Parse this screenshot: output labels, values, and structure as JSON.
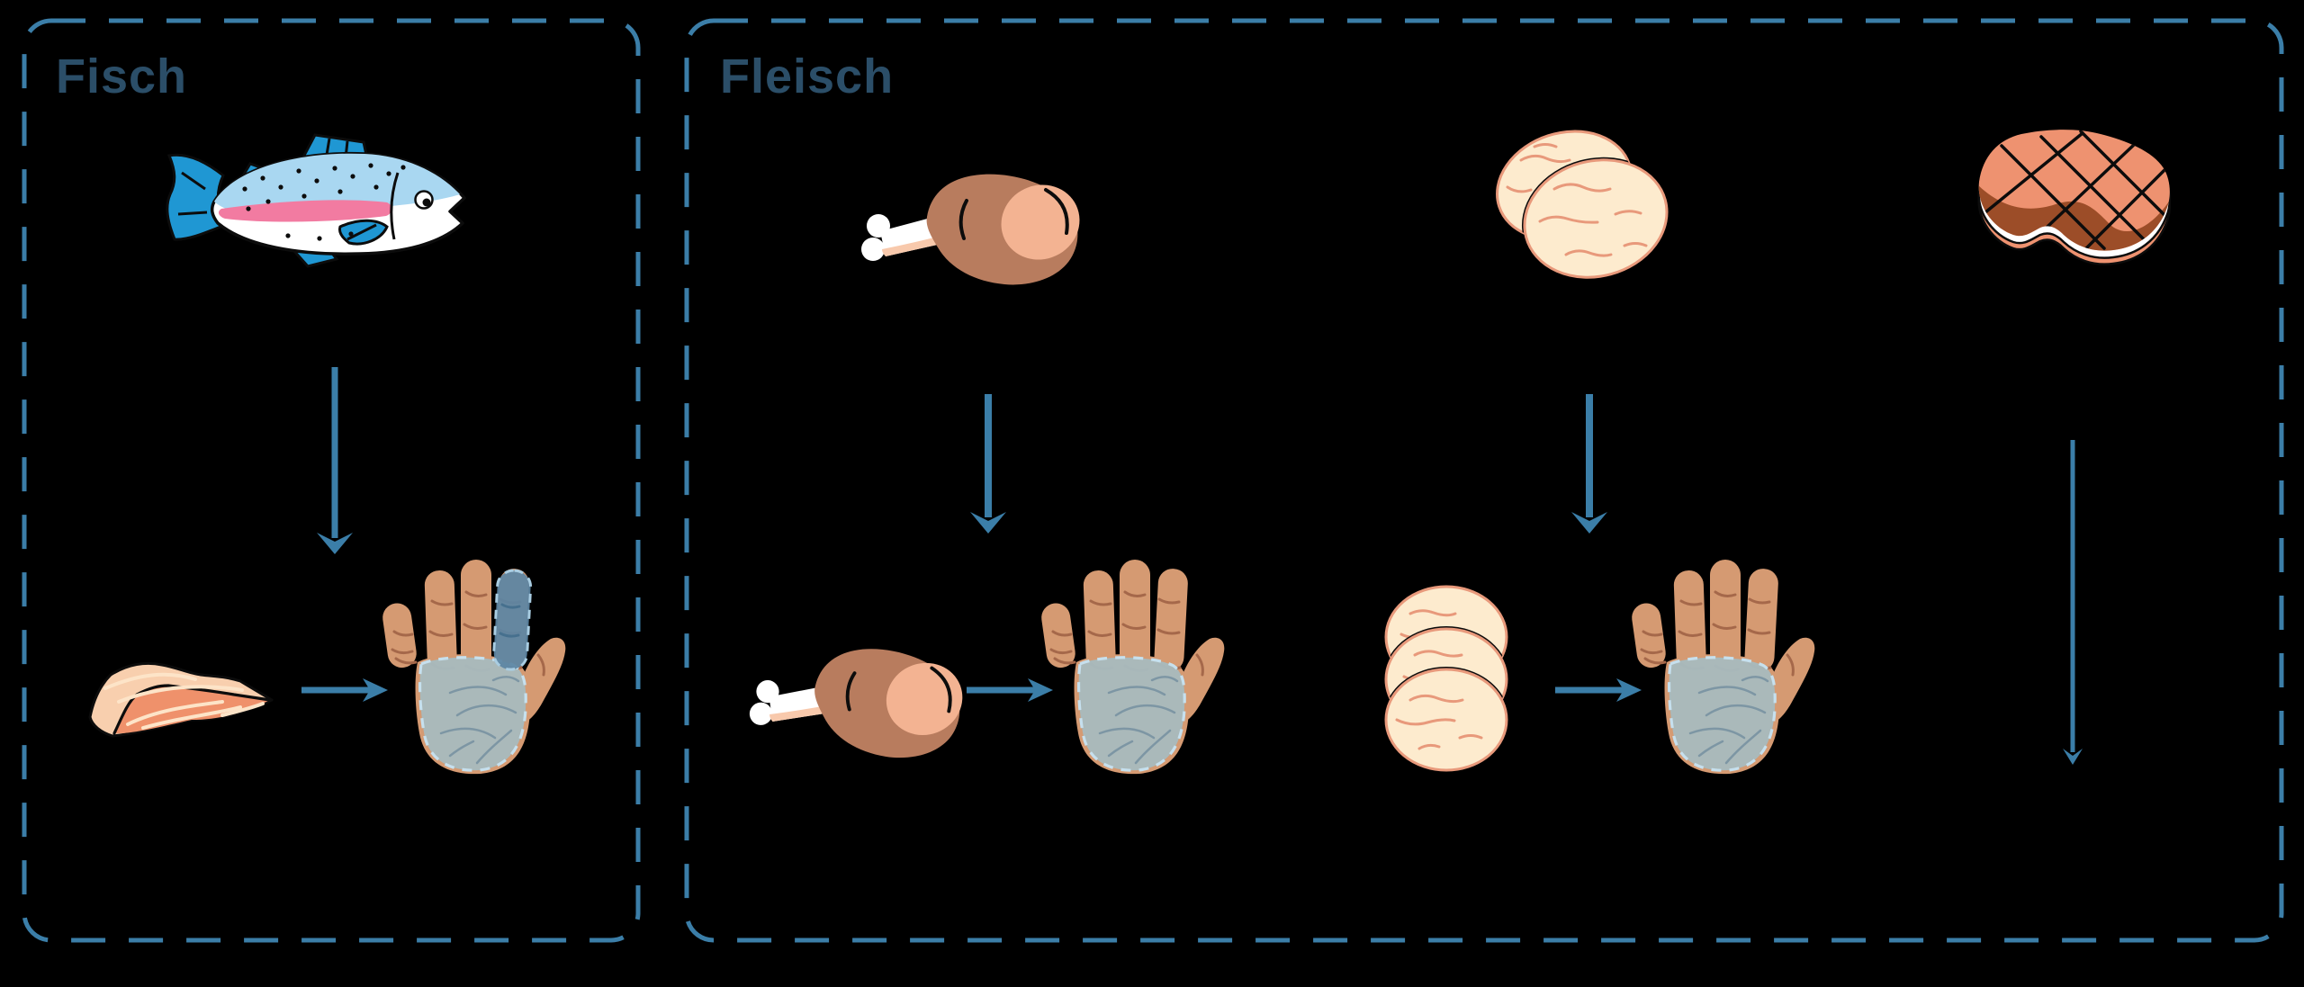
{
  "diagram": {
    "background": "#000000",
    "sections": [
      {
        "id": "fisch",
        "label": "Fisch",
        "icons": [
          "whole-fish-icon",
          "down-arrow",
          "salmon-fillet-icon",
          "right-arrow",
          "hand-palm-and-index-finger-highlight-icon"
        ]
      },
      {
        "id": "fleisch",
        "label": "Fleisch",
        "columns": [
          {
            "icons": [
              "chicken-drumstick-icon",
              "down-arrow",
              "chicken-drumstick-icon",
              "right-arrow",
              "hand-palm-highlight-icon"
            ]
          },
          {
            "icons": [
              "meat-slices-two-icon",
              "down-arrow",
              "meat-slices-stack-icon",
              "right-arrow",
              "hand-palm-highlight-icon"
            ]
          },
          {
            "icons": [
              "steak-icon",
              "long-down-arrow"
            ]
          }
        ]
      }
    ],
    "colors": {
      "accent_blue": "#3b7ea8",
      "label_text": "#2b4e68",
      "fish_body_blue": "#a9d7f1",
      "fish_fin_blue": "#1f97d3",
      "fish_stripe_pink": "#f27ba1",
      "fillet_top": "#f8cfae",
      "fillet_face": "#ef916b",
      "skin": "#d59a72",
      "palm_overlay": "#a8babd",
      "palm_dash": "#c6e0ee",
      "finger_overlay": "#5c85a4",
      "finger_dash": "#a9cde2",
      "drumstick_body": "#b87c5e",
      "drumstick_face": "#f3b392",
      "bone_white": "#ffffff",
      "slice_fill": "#fdebce",
      "slice_line": "#e8997b",
      "steak_salmon": "#ee9270",
      "steak_brown": "#9c4d28"
    }
  }
}
